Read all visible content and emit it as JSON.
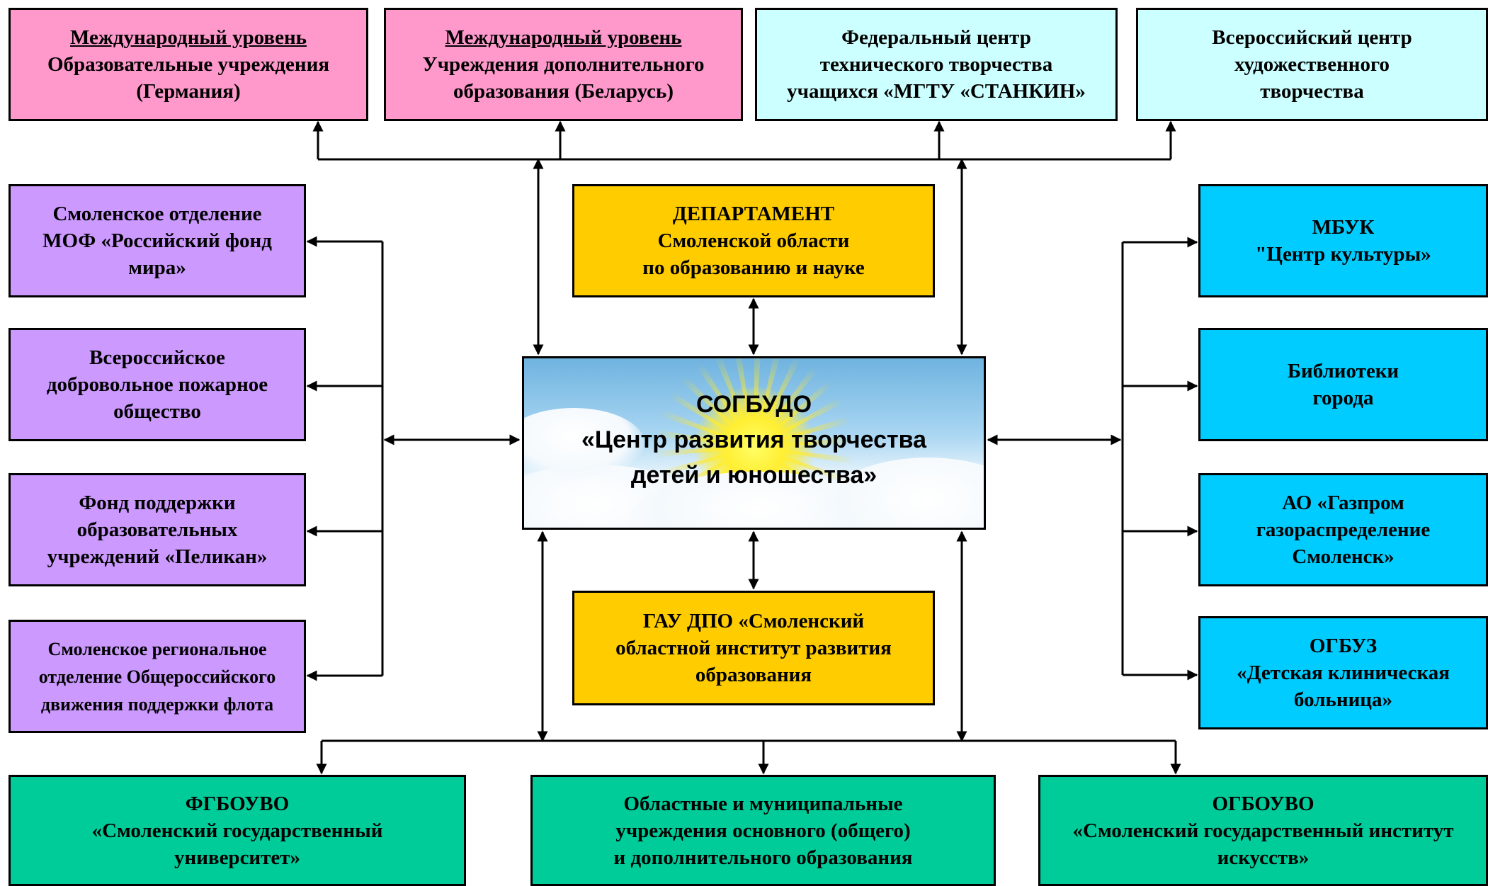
{
  "colors": {
    "pink": "#ff99cc",
    "light_cyan": "#ccffff",
    "purple": "#cc99ff",
    "yellow": "#ffcc00",
    "cyan": "#00ccff",
    "green": "#00cc99",
    "line": "#000000"
  },
  "top": {
    "germany": {
      "title": "Международный уровень",
      "lines": [
        "Образовательные учреждения",
        "(Германия)"
      ]
    },
    "belarus": {
      "title": "Международный уровень",
      "lines": [
        "Учреждения дополнительного",
        "образования (Беларусь)"
      ]
    },
    "stankin": {
      "lines": [
        "Федеральный центр",
        "технического творчества",
        "учащихся «МГТУ «СТАНКИН»"
      ]
    },
    "art_center": {
      "lines": [
        "Всероссийский центр",
        "художественного",
        "творчества"
      ]
    }
  },
  "left": {
    "peace_fund": {
      "lines": [
        "Смоленское отделение",
        "МОФ «Российский фонд",
        "мира»"
      ]
    },
    "fire_society": {
      "lines": [
        "Всероссийское",
        "добровольное пожарное",
        "общество"
      ]
    },
    "pelican": {
      "lines": [
        "Фонд поддержки",
        "образовательных",
        "учреждений «Пеликан»"
      ]
    },
    "fleet": {
      "lines": [
        "Смоленское региональное",
        "отделение Общероссийского",
        "движения поддержки флота"
      ]
    }
  },
  "middle": {
    "department": {
      "lines": [
        "ДЕПАРТАМЕНТ",
        "Смоленской области",
        "по образованию и науке"
      ]
    },
    "center": {
      "lines": [
        "СОГБУДО",
        "«Центр развития творчества",
        "детей и юношества»"
      ]
    },
    "institute": {
      "lines": [
        "ГАУ ДПО «Смоленский",
        "областной институт развития",
        "образования"
      ]
    }
  },
  "right": {
    "culture_center": {
      "lines": [
        "МБУК",
        "\"Центр культуры»"
      ]
    },
    "libraries": {
      "lines": [
        "Библиотеки",
        "города"
      ]
    },
    "gazprom": {
      "lines": [
        "АО «Газпром",
        "газораспределение",
        "Смоленск»"
      ]
    },
    "hospital": {
      "lines": [
        "ОГБУЗ",
        "«Детская клиническая",
        "больница»"
      ]
    }
  },
  "bottom": {
    "university": {
      "lines": [
        "ФГБОУВО",
        "«Смоленский государственный",
        "университет»"
      ]
    },
    "schools": {
      "lines": [
        "Областные и муниципальные",
        "учреждения основного (общего)",
        "и дополнительного образования"
      ]
    },
    "arts_institute": {
      "lines": [
        "ОГБОУВО",
        "«Смоленский государственный институт",
        "искусств»"
      ]
    }
  }
}
